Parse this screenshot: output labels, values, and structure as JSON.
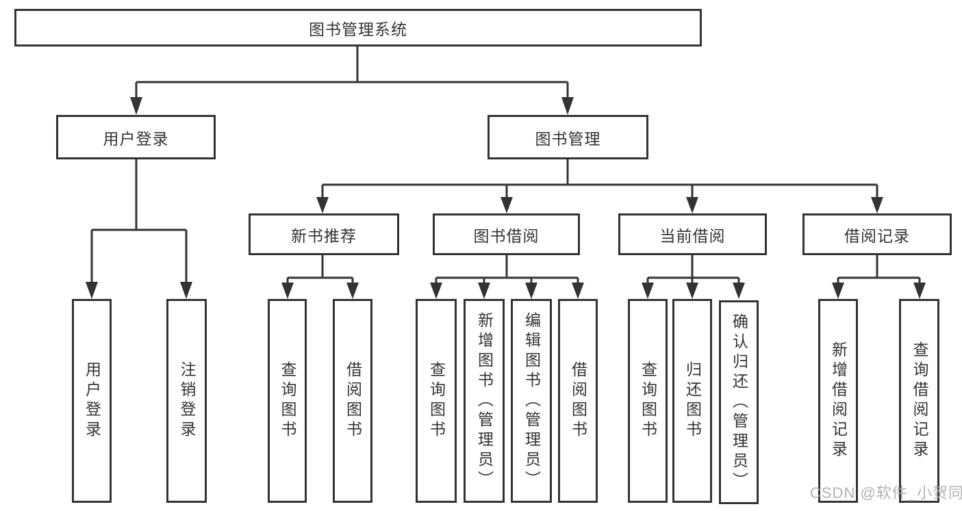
{
  "tree": {
    "label": "图书管理系统",
    "children": [
      {
        "label": "用户登录",
        "children": [
          {
            "label": "用户登录"
          },
          {
            "label": "注销登录"
          }
        ]
      },
      {
        "label": "图书管理",
        "children": [
          {
            "label": "新书推荐",
            "children": [
              {
                "label": "查询图书"
              },
              {
                "label": "借阅图书"
              }
            ]
          },
          {
            "label": "图书借阅",
            "children": [
              {
                "label": "查询图书"
              },
              {
                "label": "新增图书（管理员）"
              },
              {
                "label": "编辑图书（管理员）"
              },
              {
                "label": "借阅图书"
              }
            ]
          },
          {
            "label": "当前借阅",
            "children": [
              {
                "label": "查询图书"
              },
              {
                "label": "归还图书"
              },
              {
                "label": "确认归还（管理员）"
              }
            ]
          },
          {
            "label": "借阅记录",
            "children": [
              {
                "label": "新增借阅记录"
              },
              {
                "label": "查询借阅记录"
              }
            ]
          }
        ]
      }
    ]
  },
  "watermark": {
    "text": "CSDN @软件_小贺同学"
  },
  "colors": {
    "line": "#333333",
    "text": "#333333",
    "background": "#ffffff",
    "watermark": "#aaaaaa"
  }
}
